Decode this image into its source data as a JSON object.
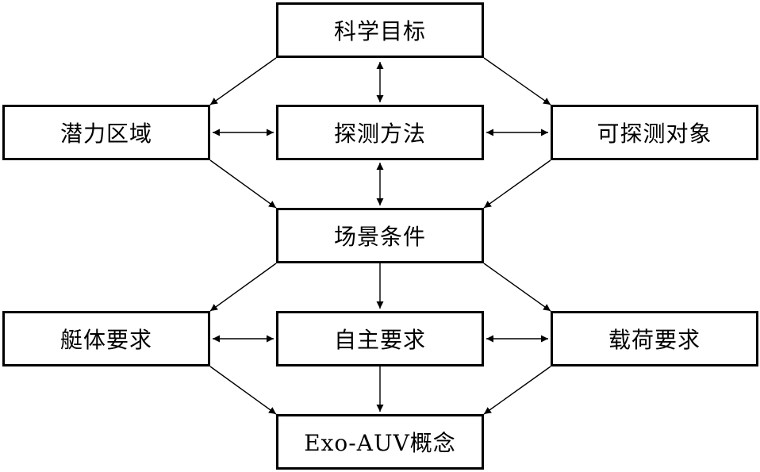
{
  "diagram": {
    "nodes": {
      "science_goal": "科学目标",
      "potential_region": "潜力区域",
      "detection_method": "探测方法",
      "detectable_object": "可探测对象",
      "scenario_conditions": "场景条件",
      "hull_requirements": "艇体要求",
      "autonomy_requirements": "自主要求",
      "payload_requirements": "载荷要求",
      "exo_auv_concept": "Exo-AUV概念"
    },
    "edges": [
      {
        "from": "science_goal",
        "to": "potential_region",
        "type": "directed"
      },
      {
        "from": "science_goal",
        "to": "detectable_object",
        "type": "directed"
      },
      {
        "from": "science_goal",
        "to": "detection_method",
        "type": "bidirectional"
      },
      {
        "from": "potential_region",
        "to": "detection_method",
        "type": "bidirectional"
      },
      {
        "from": "detection_method",
        "to": "detectable_object",
        "type": "bidirectional"
      },
      {
        "from": "detection_method",
        "to": "scenario_conditions",
        "type": "bidirectional"
      },
      {
        "from": "potential_region",
        "to": "scenario_conditions",
        "type": "directed"
      },
      {
        "from": "detectable_object",
        "to": "scenario_conditions",
        "type": "directed"
      },
      {
        "from": "scenario_conditions",
        "to": "hull_requirements",
        "type": "directed"
      },
      {
        "from": "scenario_conditions",
        "to": "autonomy_requirements",
        "type": "directed"
      },
      {
        "from": "scenario_conditions",
        "to": "payload_requirements",
        "type": "directed"
      },
      {
        "from": "hull_requirements",
        "to": "autonomy_requirements",
        "type": "bidirectional"
      },
      {
        "from": "autonomy_requirements",
        "to": "payload_requirements",
        "type": "bidirectional"
      },
      {
        "from": "hull_requirements",
        "to": "exo_auv_concept",
        "type": "directed"
      },
      {
        "from": "autonomy_requirements",
        "to": "exo_auv_concept",
        "type": "directed"
      },
      {
        "from": "payload_requirements",
        "to": "exo_auv_concept",
        "type": "directed"
      }
    ]
  }
}
